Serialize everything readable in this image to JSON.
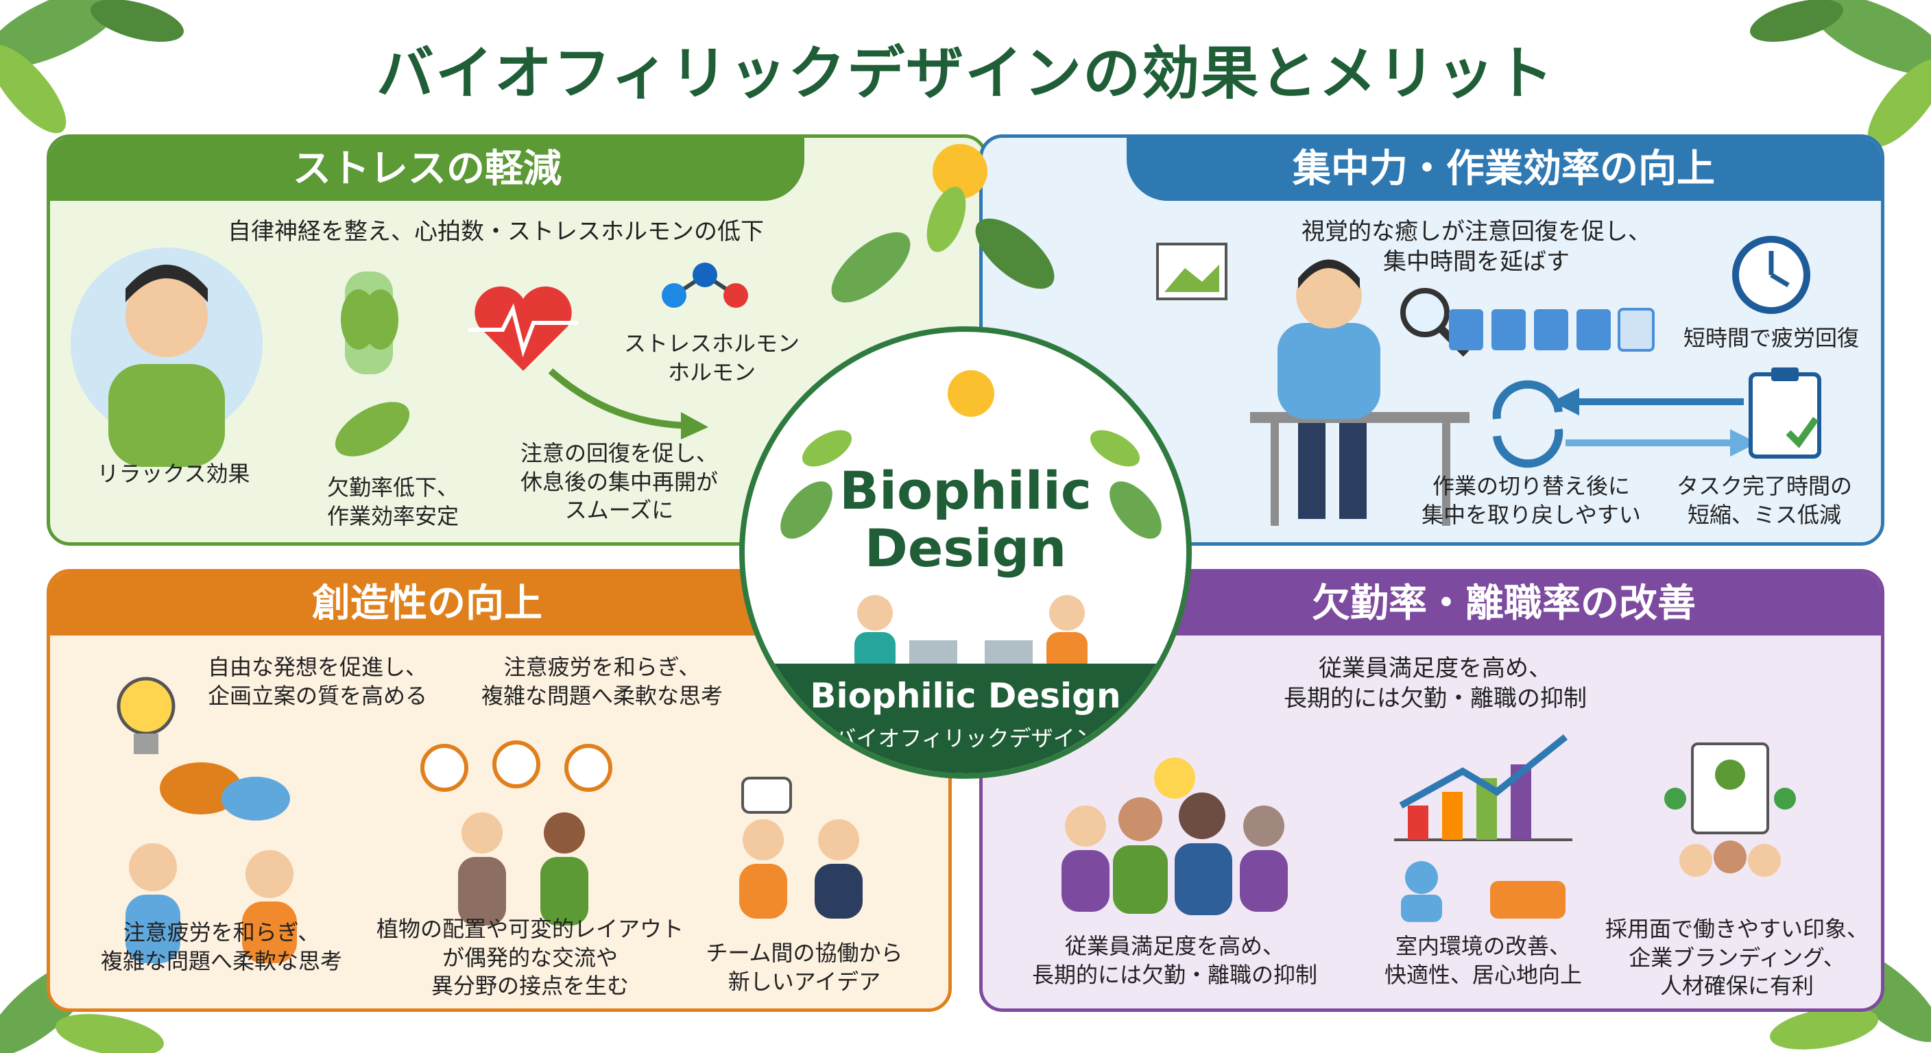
{
  "title": "バイオフィリックデザインの効果とメリット",
  "center": {
    "title": "Biophilic\nDesign",
    "band_title": "Biophilic Design",
    "band_subtitle": "バイオフィリックデザイン"
  },
  "panels": {
    "stress": {
      "header": "ストレスの軽減",
      "top_text": "自律神経を整え、心拍数・ストレスホルモンの低下",
      "hormone_label": "ストレスホルモン\nホルモン",
      "relax_label": "リラックス効果",
      "absence_label": "欠勤率低下、\n作業効率安定",
      "attention_label": "注意の回復を促し、\n休息後の集中再開が\nスムーズに"
    },
    "focus": {
      "header": "集中力・作業効率の向上",
      "top_text": "視覚的な癒しが注意回復を促し、\n集中時間を延ばす",
      "short_time_label": "短時間で疲労回復",
      "switch_label": "作業の切り替え後に\n集中を取り戻しやすい",
      "task_label": "タスク完了時間の\n短縮、ミス低減"
    },
    "creativity": {
      "header": "創造性の向上",
      "text1": "自由な発想を促進し、\n企画立案の質を高める",
      "text2": "注意疲労を和らぎ、\n複雑な問題へ柔軟な思考",
      "text3": "注意疲労を和らぎ、\n複雑な問題へ柔軟な思考",
      "text4": "植物の配置や可変的レイアウト\nが偶発的な交流や\n異分野の接点を生む",
      "text5": "チーム間の協働から\n新しいアイデア"
    },
    "retention": {
      "header": "欠勤率・離職率の改善",
      "top_text": "従業員満足度を高め、\n長期的には欠勤・離職の抑制",
      "text1": "従業員満足度を高め、\n長期的には欠勤・離職の抑制",
      "text2": "室内環境の改善、\n快適性、居心地向上",
      "text3": "採用面で働きやすい印象、\n企業ブランディング、\n人材確保に有利"
    }
  },
  "colors": {
    "green": "#5b9a35",
    "blue": "#2f79b3",
    "orange": "#e0801d",
    "purple": "#7c4a9e",
    "dark_green": "#1f5e37"
  },
  "icons": [
    "leaf-icon",
    "sun-icon",
    "person-icon",
    "lungs-icon",
    "heart-icon",
    "molecule-icon",
    "arrow-icon",
    "picture-icon",
    "magnifier-icon",
    "clock-icon",
    "progress-bars-icon",
    "cycle-icon",
    "clipboard-icon",
    "lightbulb-icon",
    "speech-bubble-icon",
    "gear-icon",
    "team-icon",
    "growth-chart-icon",
    "smiley-icon"
  ]
}
